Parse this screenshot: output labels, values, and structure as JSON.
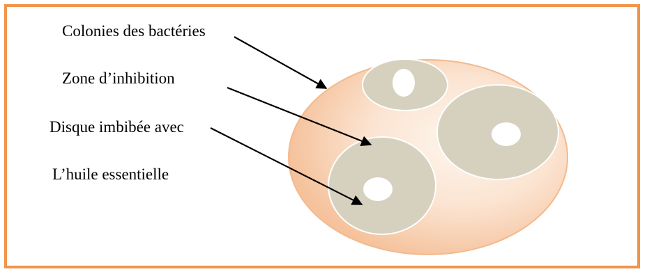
{
  "labels": {
    "colonies": "Colonies des bactéries",
    "zone": "Zone d’inhibition",
    "disque": "Disque imbibée avec",
    "huile": "L’huile essentielle"
  },
  "colors": {
    "frame_border": "#f0954a",
    "plate_edge": "#f3b98c",
    "plate_fill_light": "#fdf0e6",
    "inhibition_zone": "#d6d1bf",
    "disc": "#ffffff",
    "arrow": "#000000"
  }
}
